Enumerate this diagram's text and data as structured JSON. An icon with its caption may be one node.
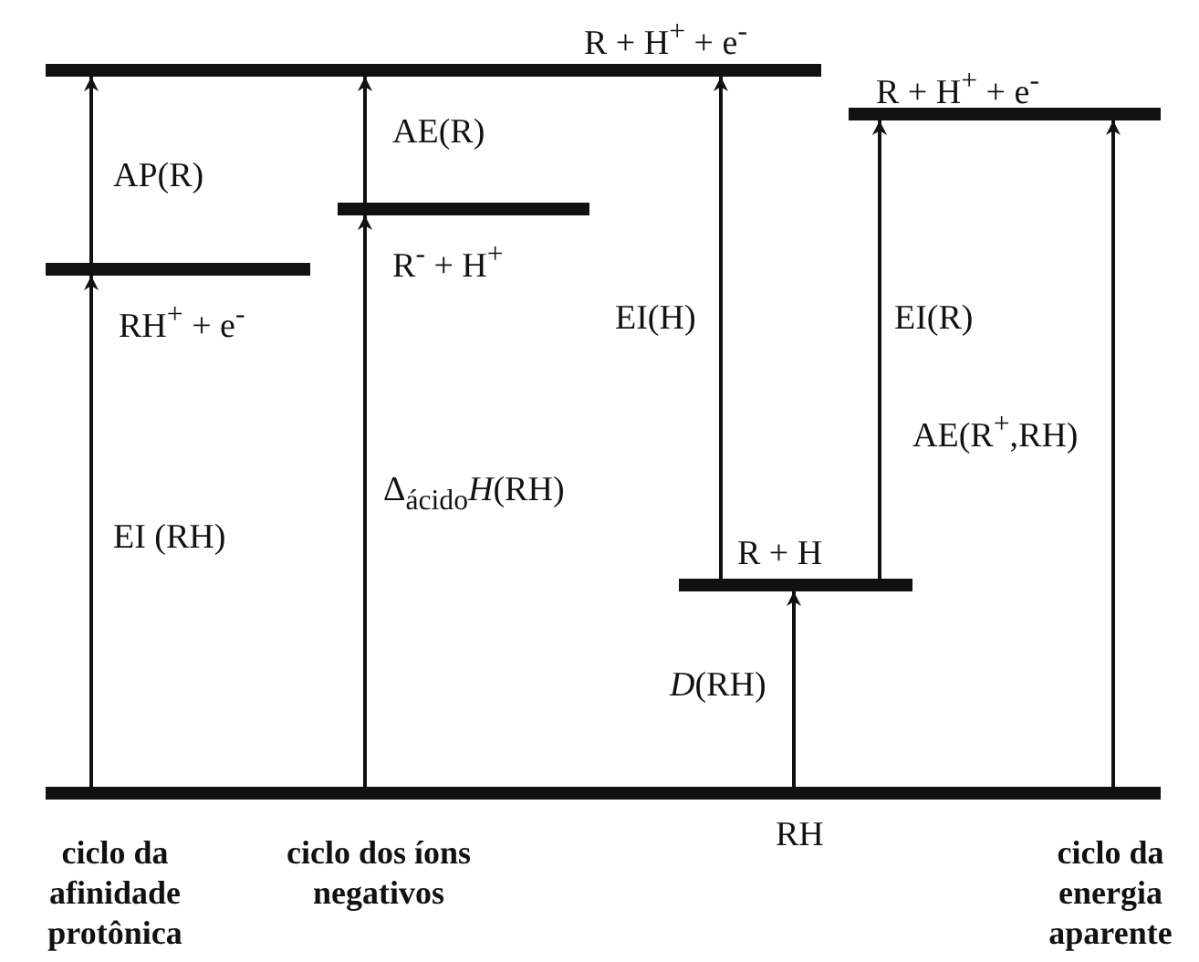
{
  "diagram": {
    "nodes": [
      {
        "text": [
          "R + H$^{+}$ + e$^{-}$"
        ]
      },
      {
        "text": [
          "RH$^{+}$ + e$^{-}$"
        ]
      },
      {
        "text": [
          "R$^{-}$ +  H$^{+}$"
        ]
      },
      {
        "text": [
          "R + H$^{+}$ + e$^{-}$"
        ]
      },
      {
        "text": [
          "R + H"
        ]
      },
      {
        "text": [
          "RH"
        ]
      }
    ],
    "edges": [
      {
        "from": 5,
        "to": 1,
        "arrow": "to",
        "label": "EI (RH)"
      },
      {
        "from": 1,
        "to": 0,
        "arrow": "to",
        "label": "AP(R)"
      },
      {
        "from": 5,
        "to": 2,
        "arrow": "to",
        "label": "Δ$_{ácido}$*H*(RH)"
      },
      {
        "from": 2,
        "to": 0,
        "arrow": "to",
        "label": "AE(R)"
      },
      {
        "from": 4,
        "to": 0,
        "arrow": "to",
        "label": "EI(H)"
      },
      {
        "from": 4,
        "to": 3,
        "arrow": "to",
        "label": "EI(R)"
      },
      {
        "from": 5,
        "to": 4,
        "arrow": "to",
        "label": "*D*(RH)"
      },
      {
        "from": 5,
        "to": 3,
        "arrow": "to",
        "label": "AE(R$^{+}$,RH)"
      }
    ],
    "labels": [
      "ciclo da afinidade protônica",
      "ciclo dos íons negativos",
      "ciclo da energia aparente"
    ]
  }
}
